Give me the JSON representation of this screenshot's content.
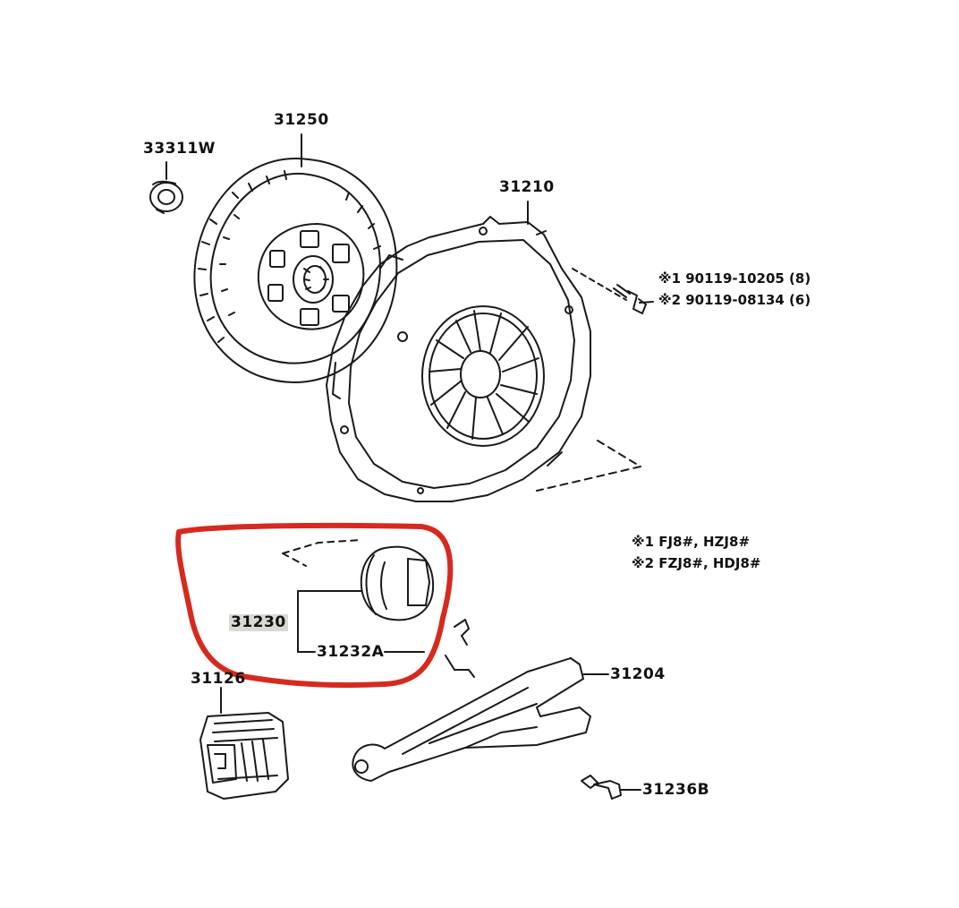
{
  "parts": {
    "pilot_bearing": "33311W",
    "clutch_disc": "31250",
    "clutch_cover": "31210",
    "bolt_note_1": "※1 90119-10205 (8)",
    "bolt_note_2": "※2 90119-08134 (6)",
    "release_bearing_assy": "31230",
    "release_bearing": "31232A",
    "release_fork": "31204",
    "boot": "31126",
    "pivot_stud": "31236B"
  },
  "legend": {
    "note_1": "※1 FJ8#, HZJ8#",
    "note_2": "※2 FZJ8#, HDJ8#"
  },
  "colors": {
    "line": "#1a1a1a",
    "highlight_circle": "#d62a1f",
    "label_highlight": "#d9d9d3"
  }
}
